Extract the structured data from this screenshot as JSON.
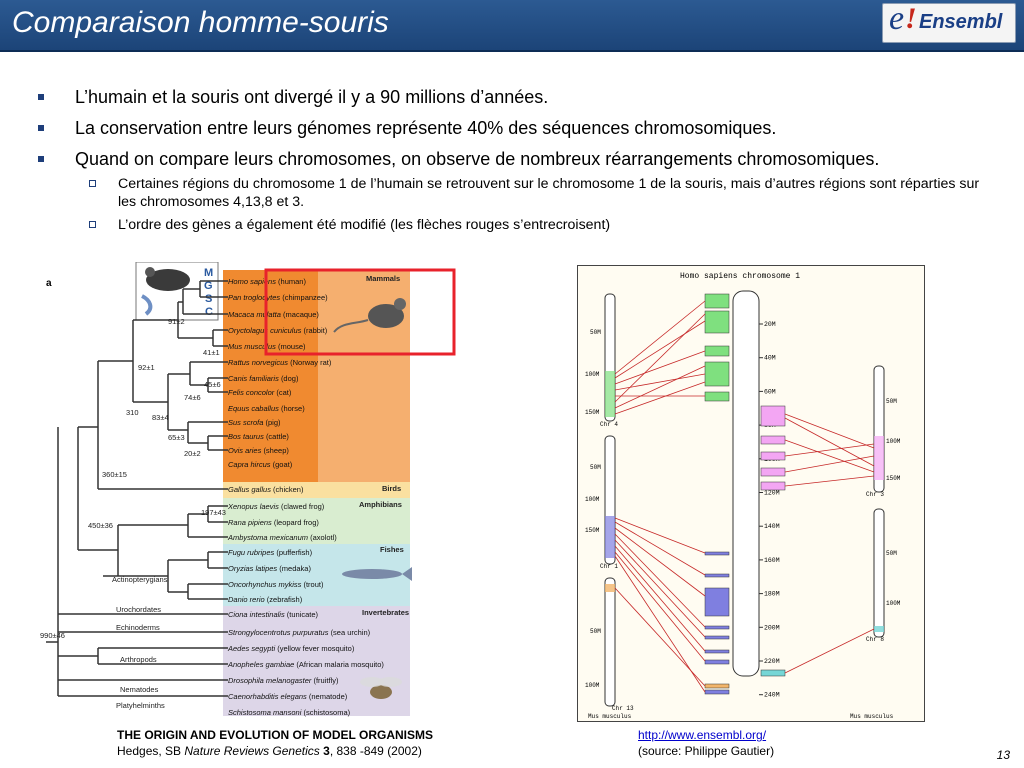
{
  "slide": {
    "title": "Comparaison homme-souris",
    "logo": {
      "e": "e",
      "bang": "!",
      "word": "Ensembl"
    },
    "bullets": [
      {
        "text": "L’humain et la souris ont divergé il y a 90 millions d’années."
      },
      {
        "text": "La conservation entre leurs génomes représente 40% des séquences chromosomiques."
      },
      {
        "text": "Quand on compare leurs chromosomes, on observe de nombreux réarrangements chromosomiques."
      }
    ],
    "sub_bullets": [
      {
        "text": "Certaines régions du chromosome 1 de l’humain se retrouvent sur le chromosome 1 de la souris, mais d’autres régions sont réparties sur les chromosomes 4,13,8 et 3."
      },
      {
        "text": "L’ordre des gènes a également été modifié (les flèches rouges s’entrecroisent)"
      }
    ],
    "page_number": "13"
  },
  "figure_left": {
    "panel_letter": "a",
    "logo_letters": [
      "M",
      "G",
      "S",
      "C"
    ],
    "groups": [
      "Mammals",
      "Birds",
      "Amphibians",
      "Fishes",
      "Invertebrates"
    ],
    "species": [
      {
        "latin": "Homo sapiens",
        "common": "(human)"
      },
      {
        "latin": "Pan troglodytes",
        "common": "(chimpanzee)"
      },
      {
        "latin": "Macaca mulatta",
        "common": "(macaque)"
      },
      {
        "latin": "Oryctolagus cuniculus",
        "common": "(rabbit)"
      },
      {
        "latin": "Mus musculus",
        "common": "(mouse)"
      },
      {
        "latin": "Rattus norvegicus",
        "common": "(Norway rat)"
      },
      {
        "latin": "Canis familiaris",
        "common": "(dog)"
      },
      {
        "latin": "Felis concolor",
        "common": "(cat)"
      },
      {
        "latin": "Equus caballus",
        "common": "(horse)"
      },
      {
        "latin": "Sus scrofa",
        "common": "(pig)"
      },
      {
        "latin": "Bos taurus",
        "common": "(cattle)"
      },
      {
        "latin": "Ovis aries",
        "common": "(sheep)"
      },
      {
        "latin": "Capra hircus",
        "common": "(goat)"
      },
      {
        "latin": "Gallus gallus",
        "common": "(chicken)"
      },
      {
        "latin": "Xenopus laevis",
        "common": "(clawed frog)"
      },
      {
        "latin": "Rana pipiens",
        "common": "(leopard frog)"
      },
      {
        "latin": "Ambystoma mexicanum",
        "common": "(axolotl)"
      },
      {
        "latin": "Fugu rubripes",
        "common": "(pufferfish)"
      },
      {
        "latin": "Oryzias latipes",
        "common": "(medaka)"
      },
      {
        "latin": "Oncorhynchus mykiss",
        "common": "(trout)"
      },
      {
        "latin": "Danio rerio",
        "common": "(zebrafish)"
      },
      {
        "latin": "Ciona intestinalis",
        "common": "(tunicate)"
      },
      {
        "latin": "Strongylocentrotus purpuratus",
        "common": "(sea urchin)"
      },
      {
        "latin": "Aedes segypti",
        "common": "(yellow fever mosquito)"
      },
      {
        "latin": "Anopheles gambiae",
        "common": "(African malaria mosquito)"
      },
      {
        "latin": "Drosophila melanogaster",
        "common": "(fruitfly)"
      },
      {
        "latin": "Caenorhabditis elegans",
        "common": "(nematode)"
      },
      {
        "latin": "Schistosoma mansoni",
        "common": "(schistosoma)"
      }
    ],
    "node_labels": [
      "91±2",
      "41±1",
      "92±1",
      "45±6",
      "74±6",
      "310",
      "83±4",
      "65±3",
      "20±2",
      "360±15",
      "197±43",
      "450±36",
      "990±46"
    ],
    "clade_labels": [
      "Actinopterygians",
      "Urochordates",
      "Echinoderms",
      "Arthropods",
      "Nematodes",
      "Platyhelminths"
    ]
  },
  "figure_right": {
    "title": "Homo sapiens chromosome 1",
    "mouse_chromosomes": [
      {
        "label": "Chr 4",
        "ticks": [
          "50M",
          "100M",
          "150M"
        ]
      },
      {
        "label": "Chr 1",
        "ticks": [
          "50M",
          "100M",
          "150M"
        ]
      },
      {
        "label": "Chr 13",
        "ticks": [
          "50M",
          "100M"
        ]
      },
      {
        "label": "Chr 3",
        "ticks": [
          "50M",
          "100M",
          "150M"
        ]
      },
      {
        "label": "Chr 8",
        "ticks": [
          "50M",
          "100M"
        ]
      }
    ],
    "human_ticks": [
      "20M",
      "40M",
      "60M",
      "80M",
      "100M",
      "120M",
      "140M",
      "160M",
      "180M",
      "200M",
      "220M",
      "240M"
    ],
    "species_label_left": "Mus musculus",
    "species_label_right": "Mus musculus"
  },
  "captions": {
    "left_title": "THE ORIGIN AND EVOLUTION OF MODEL ORGANISMS",
    "left_author": "Hedges, SB",
    "left_journal": "Nature Reviews Genetics",
    "left_volume": "3",
    "left_pages": ", 838 -849 (2002)",
    "right_link": "http://www.ensembl.org/",
    "right_source": "(source: Philippe Gautier)"
  },
  "colors": {
    "title_bar": "#1f477d",
    "highlight_box": "#e8222b",
    "mammals": "#f08a30",
    "birds": "#fae0a0",
    "amphibians": "#d9edd0",
    "fishes": "#c5e6ea",
    "invertebrates": "#ddd6e8"
  }
}
